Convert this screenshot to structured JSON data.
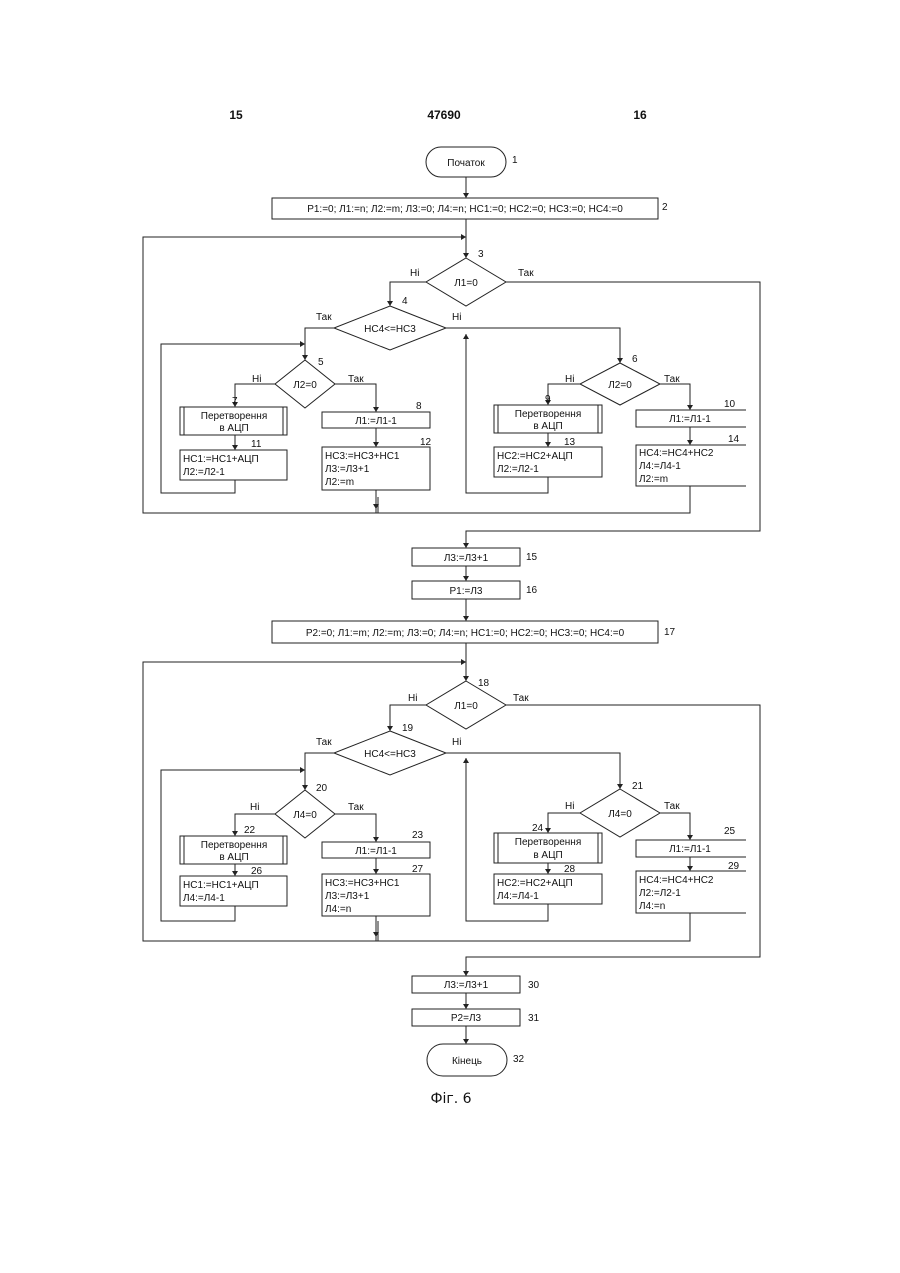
{
  "header": {
    "left_page": "15",
    "patent_number": "47690",
    "right_page": "16"
  },
  "caption": "Фіг. 6",
  "flowchart": {
    "start": {
      "text": "Початок",
      "num": "1"
    },
    "init1": {
      "text": "Р1:=0; Л1:=n; Л2:=m; Л3:=0; Л4:=n; НС1:=0; НС2:=0; НС3:=0; НС4:=0",
      "num": "2"
    },
    "d3": {
      "text": "Л1=0",
      "num": "3",
      "no": "Ні",
      "yes": "Так"
    },
    "d4": {
      "text": "НС4<=НС3",
      "num": "4",
      "no": "Ні",
      "yes": "Так"
    },
    "d5": {
      "text": "Л2=0",
      "num": "5",
      "no": "Ні",
      "yes": "Так"
    },
    "d6": {
      "text": "Л2=0",
      "num": "6",
      "no": "Ні",
      "yes": "Так"
    },
    "b7": {
      "line1": "Перетворення",
      "line2": "в АЦП",
      "num": "7"
    },
    "b8": {
      "text": "Л1:=Л1-1",
      "num": "8"
    },
    "b9": {
      "line1": "Перетворення",
      "line2": "в АЦП",
      "num": "9"
    },
    "b10": {
      "text": "Л1:=Л1-1",
      "num": "10"
    },
    "b11": {
      "line1": "НС1:=НС1+АЦП",
      "line2": "Л2:=Л2-1",
      "num": "11"
    },
    "b12": {
      "line1": "НС3:=НС3+НС1",
      "line2": "Л3:=Л3+1",
      "line3": "Л2:=m",
      "num": "12"
    },
    "b13": {
      "line1": "НС2:=НС2+АЦП",
      "line2": "Л2:=Л2-1",
      "num": "13"
    },
    "b14": {
      "line1": "НС4:=НС4+НС2",
      "line2": "Л4:=Л4-1",
      "line3": "Л2:=m",
      "num": "14"
    },
    "b15": {
      "text": "Л3:=Л3+1",
      "num": "15"
    },
    "b16": {
      "text": "Р1:=Л3",
      "num": "16"
    },
    "init2": {
      "text": "Р2:=0; Л1:=m; Л2:=m; Л3:=0; Л4:=n; НС1:=0; НС2:=0; НС3:=0; НС4:=0",
      "num": "17"
    },
    "d18": {
      "text": "Л1=0",
      "num": "18",
      "no": "Ні",
      "yes": "Так"
    },
    "d19": {
      "text": "НС4<=НС3",
      "num": "19",
      "no": "Ні",
      "yes": "Так"
    },
    "d20": {
      "text": "Л4=0",
      "num": "20",
      "no": "Ні",
      "yes": "Так"
    },
    "d21": {
      "text": "Л4=0",
      "num": "21",
      "no": "Ні",
      "yes": "Так"
    },
    "b22": {
      "line1": "Перетворення",
      "line2": "в АЦП",
      "num": "22"
    },
    "b23": {
      "text": "Л1:=Л1-1",
      "num": "23"
    },
    "b24": {
      "line1": "Перетворення",
      "line2": "в АЦП",
      "num": "24"
    },
    "b25": {
      "text": "Л1:=Л1-1",
      "num": "25"
    },
    "b26": {
      "line1": "НС1:=НС1+АЦП",
      "line2": "Л4:=Л4-1",
      "num": "26"
    },
    "b27": {
      "line1": "НС3:=НС3+НС1",
      "line2": "Л3:=Л3+1",
      "line3": "Л4:=n",
      "num": "27"
    },
    "b28": {
      "line1": "НС2:=НС2+АЦП",
      "line2": "Л4:=Л4-1",
      "num": "28"
    },
    "b29": {
      "line1": "НС4:=НС4+НС2",
      "line2": "Л2:=Л2-1",
      "line3": "Л4:=n",
      "num": "29"
    },
    "b30": {
      "text": "Л3:=Л3+1",
      "num": "30"
    },
    "b31": {
      "text": "Р2=Л3",
      "num": "31"
    },
    "end": {
      "text": "Кінець",
      "num": "32"
    }
  }
}
